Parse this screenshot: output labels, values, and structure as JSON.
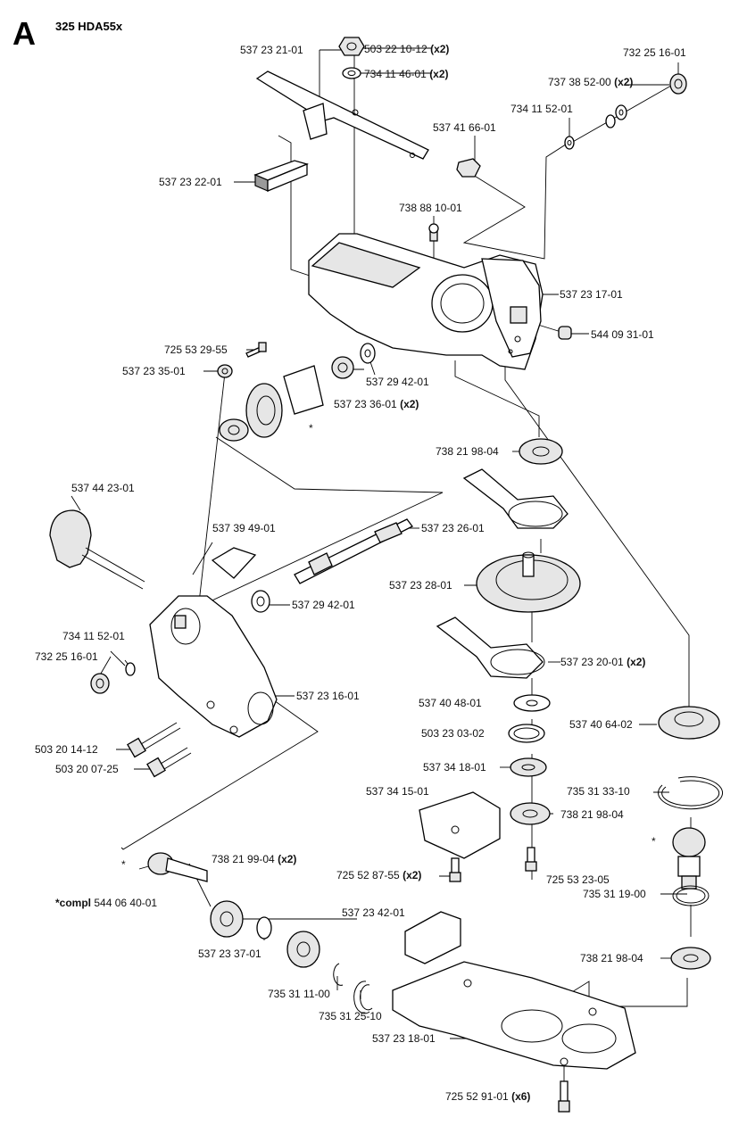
{
  "section_letter": "A",
  "model": "325 HDA55x",
  "labels": {
    "p537232101": "537 23 21-01",
    "p503221012": "503 22 10-12",
    "p734114601": "734 11 46-01",
    "p732251601a": "732 25 16-01",
    "p737385200": "737 38 52-00",
    "p734115201a": "734 11 52-01",
    "p537416601": "537 41 66-01",
    "p537232201": "537 23 22-01",
    "p738881001": "738 88 10-01",
    "p537231701": "537 23 17-01",
    "p544093101": "544 09 31-01",
    "p725532955": "725 53 29-55",
    "p537233501": "537 23 35-01",
    "p537294201a": "537 29 42-01",
    "p537233601": "537 23 36-01",
    "p738219804a": "738 21 98-04",
    "p537442301": "537 44 23-01",
    "p537394901": "537 39 49-01",
    "p537232601": "537 23 26-01",
    "p537232801": "537 23 28-01",
    "p537294201b": "537 29 42-01",
    "p734115201b": "734 11 52-01",
    "p732251601b": "732 25 16-01",
    "p537232001": "537 23 20-01",
    "p537404801": "537 40 48-01",
    "p537231601": "537 23 16-01",
    "p503230302": "503 23 03-02",
    "p537406402": "537 40 64-02",
    "p503201412": "503 20 14-12",
    "p503200725": "503 20 07-25",
    "p537341801": "537 34 18-01",
    "p537341501": "537 34 15-01",
    "p735313310": "735 31 33-10",
    "p738219804b": "738 21 98-04",
    "p738219904": "738 21 99-04",
    "compl_prefix": "*compl",
    "p544064001": "544 06 40-01",
    "p725528755": "725 52 87-55",
    "p725532305": "725 53 23-05",
    "p537234201": "537 23 42-01",
    "p735311900": "735 31 19-00",
    "p537233701": "537 23 37-01",
    "p738219804c": "738 21 98-04",
    "p735311100": "735 31 11-00",
    "p735312510": "735 31 25-10",
    "p537231801": "537 23 18-01",
    "p725529101": "725 52 91-01"
  },
  "quantities": {
    "x2": "(x2)",
    "x6": "(x6)"
  },
  "asterisk": "*"
}
